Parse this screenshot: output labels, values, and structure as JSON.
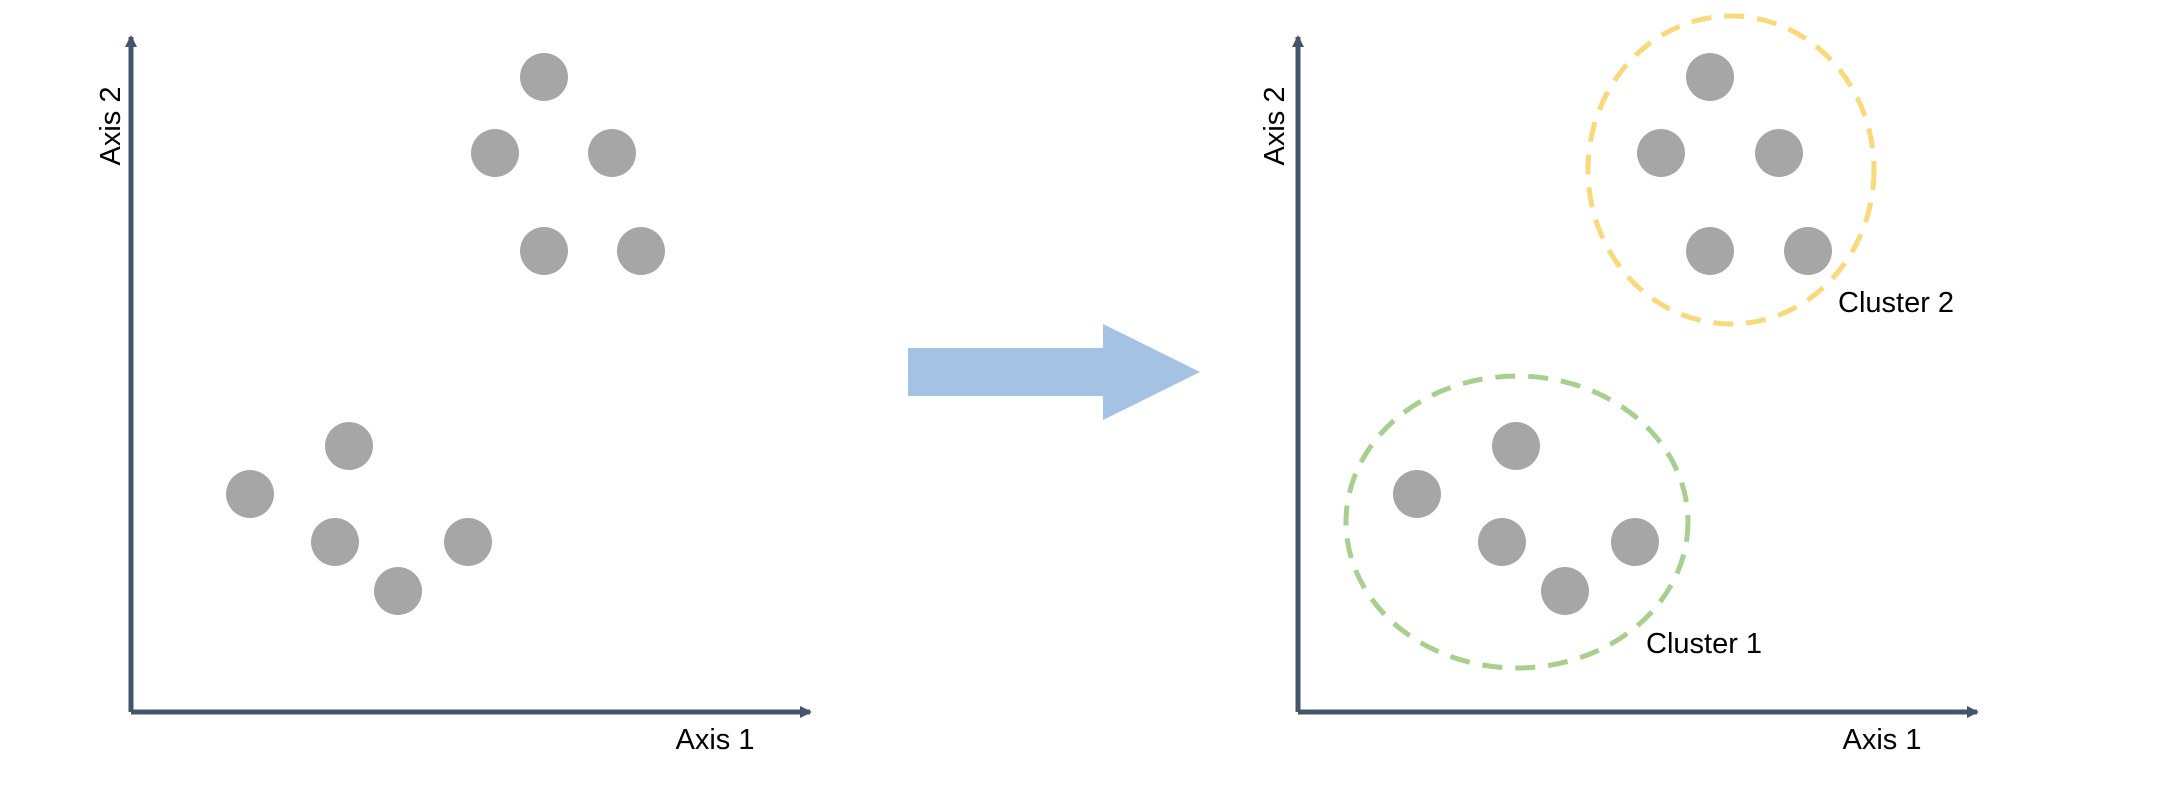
{
  "colors": {
    "axis": "#44546a",
    "point": "#a6a6a6",
    "arrow": "#a4c2e3",
    "cluster1": "#a9cf8f",
    "cluster2": "#fad97a"
  },
  "left_panel": {
    "x_axis_label": "Axis 1",
    "y_axis_label": "Axis 2"
  },
  "right_panel": {
    "x_axis_label": "Axis 1",
    "y_axis_label": "Axis 2",
    "cluster1_label": "Cluster 1",
    "cluster2_label": "Cluster 2"
  },
  "transition_arrow_icon": "right-arrow-icon"
}
